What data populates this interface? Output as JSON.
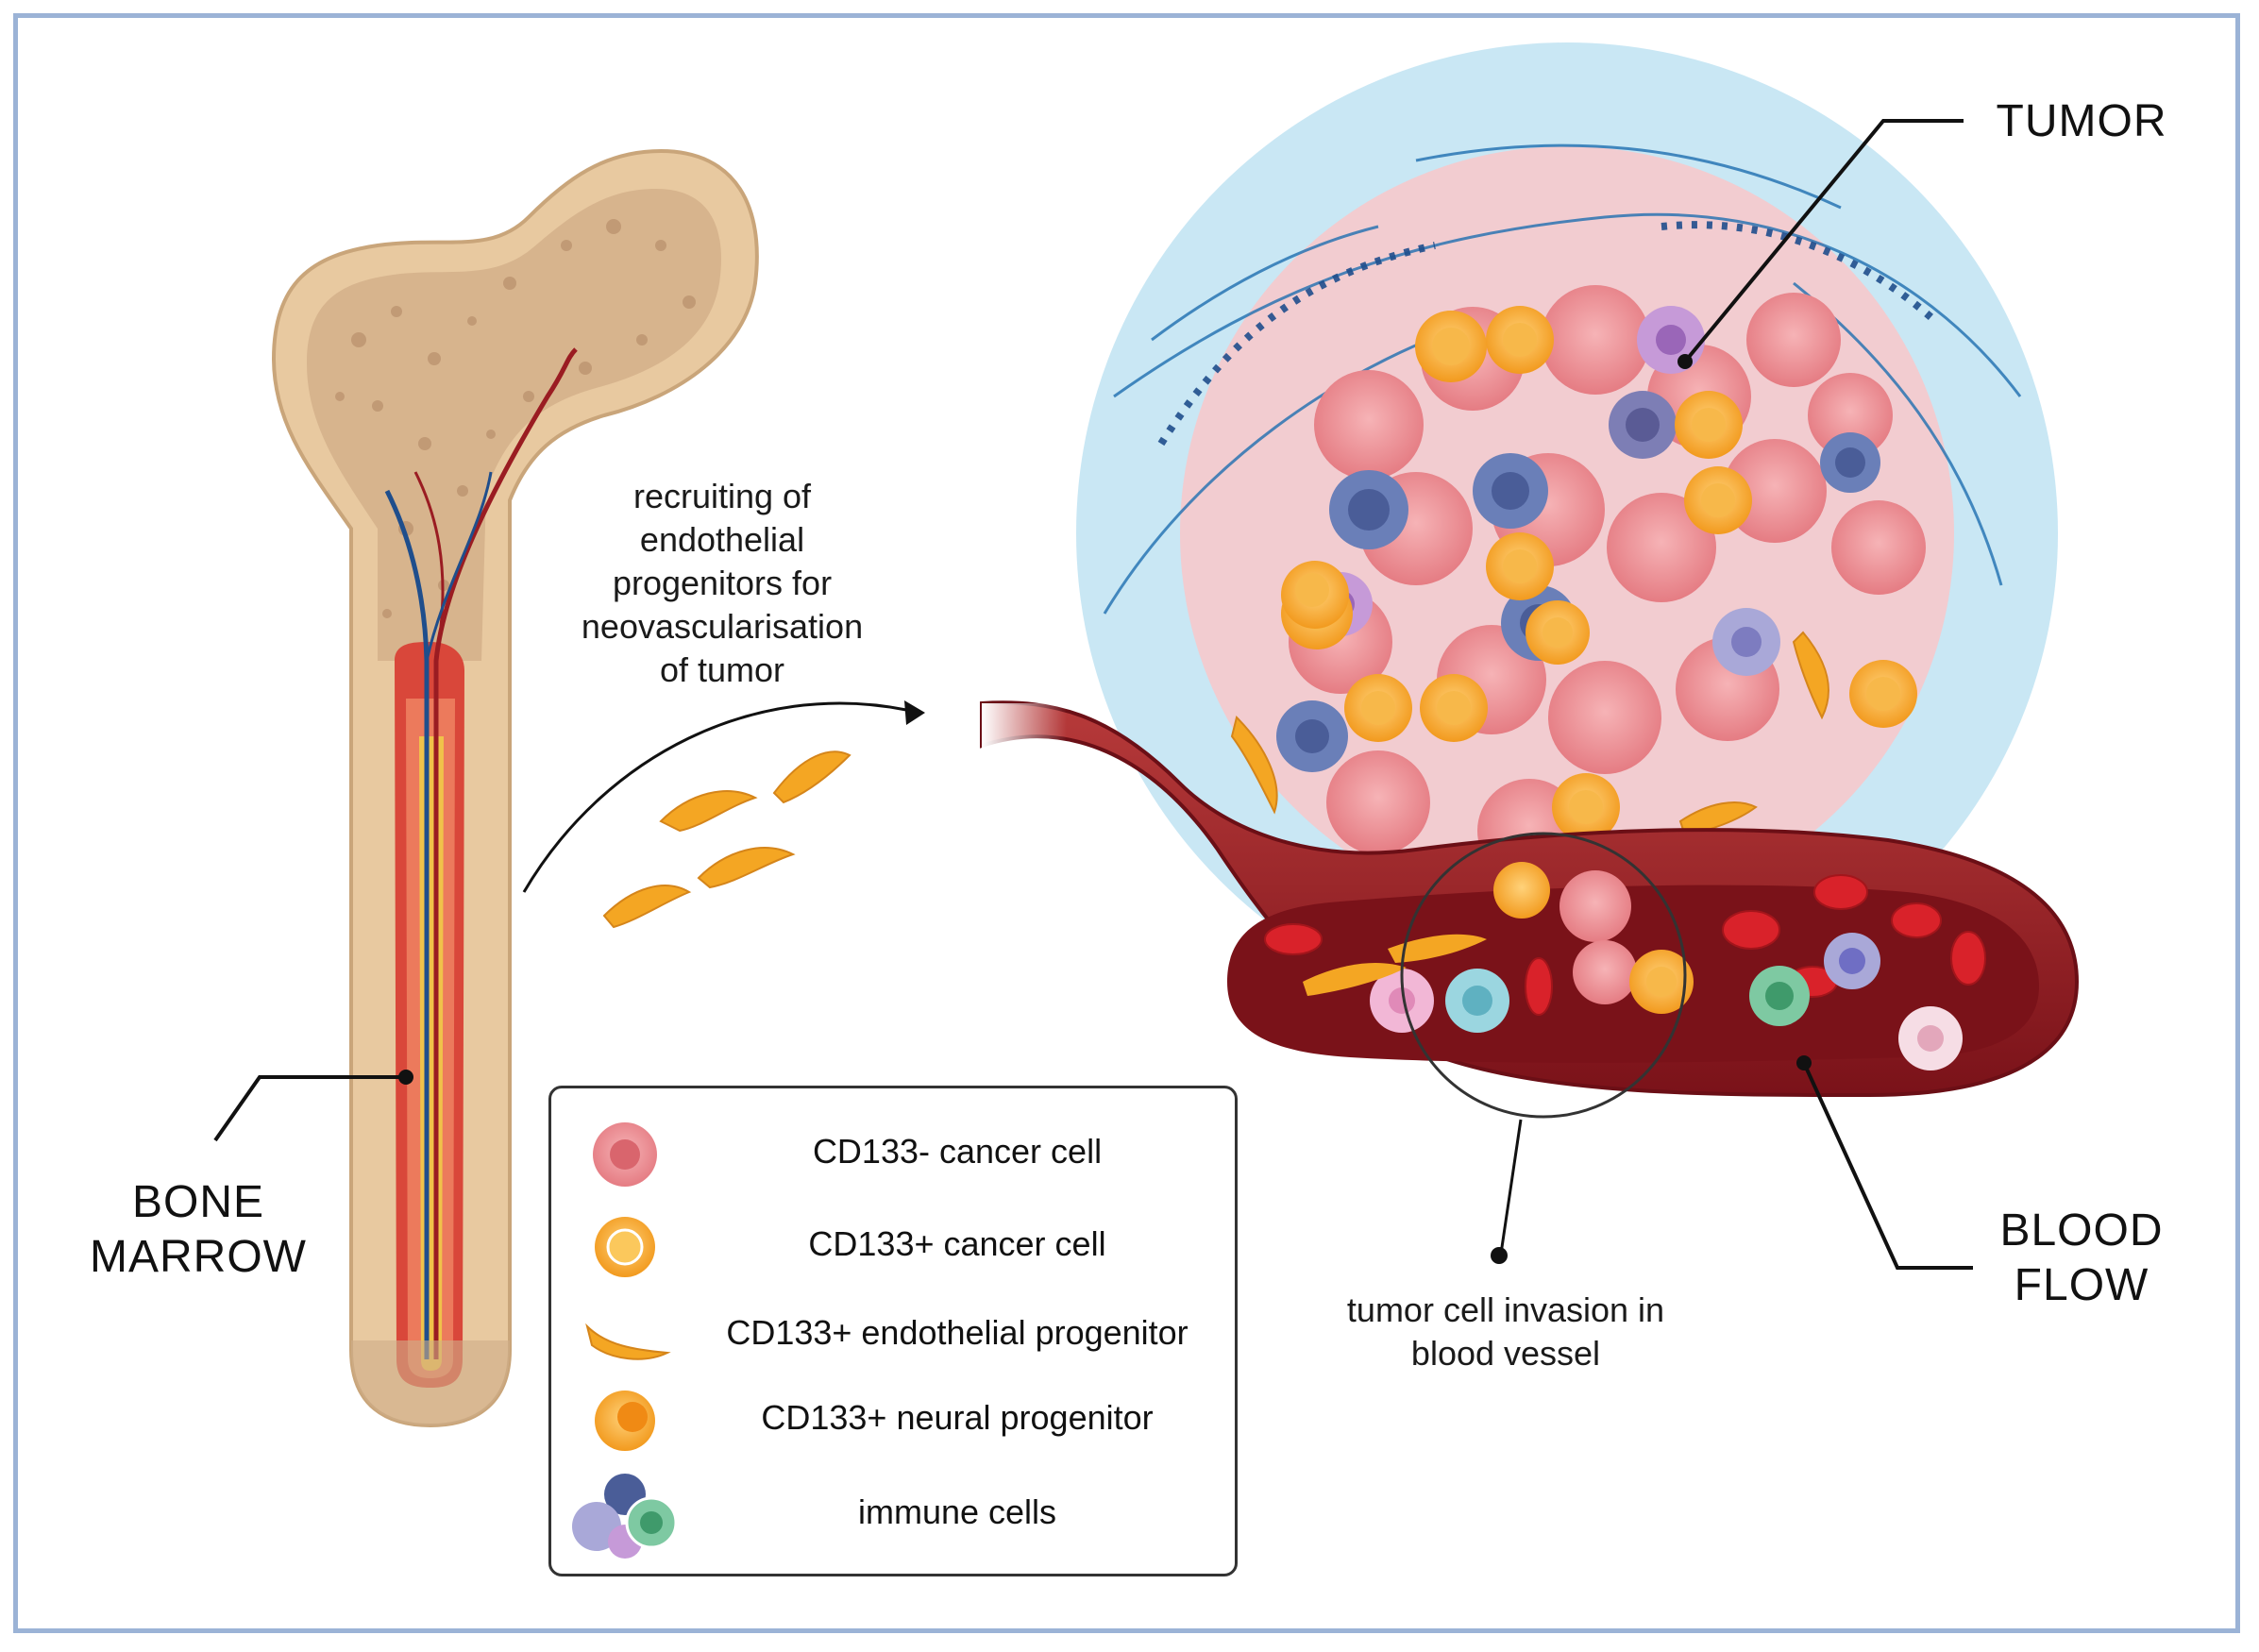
{
  "labels": {
    "tumor": "TUMOR",
    "bone_marrow_line1": "BONE",
    "bone_marrow_line2": "MARROW",
    "blood_flow_line1": "BLOOD",
    "blood_flow_line2": "FLOW"
  },
  "notes": {
    "recruiting": [
      "recruiting of",
      "endothelial",
      "progenitors for",
      "neovascularisation",
      "of tumor"
    ],
    "invasion": [
      "tumor cell invasion in",
      "blood vessel"
    ]
  },
  "legend": {
    "items": [
      {
        "label": "CD133- cancer cell",
        "icon": "pink-spiky-cell-icon"
      },
      {
        "label": "CD133+ cancer cell",
        "icon": "orange-ringed-cell-icon"
      },
      {
        "label": "CD133+ endothelial progenitor",
        "icon": "spindle-cell-icon"
      },
      {
        "label": "CD133+ neural progenitor",
        "icon": "orange-round-cell-icon"
      },
      {
        "label": "immune cells",
        "icon": "immune-cluster-icon"
      }
    ]
  },
  "colors": {
    "frame": "#9bb3d6",
    "bone": "#e8c9a0",
    "marrow": "#d9473a",
    "vessel": "#8e1d24",
    "tumor_halo": "#bfe3f2",
    "cancer_pink": "#ee8d92",
    "cd133_orange": "#f4a623"
  }
}
